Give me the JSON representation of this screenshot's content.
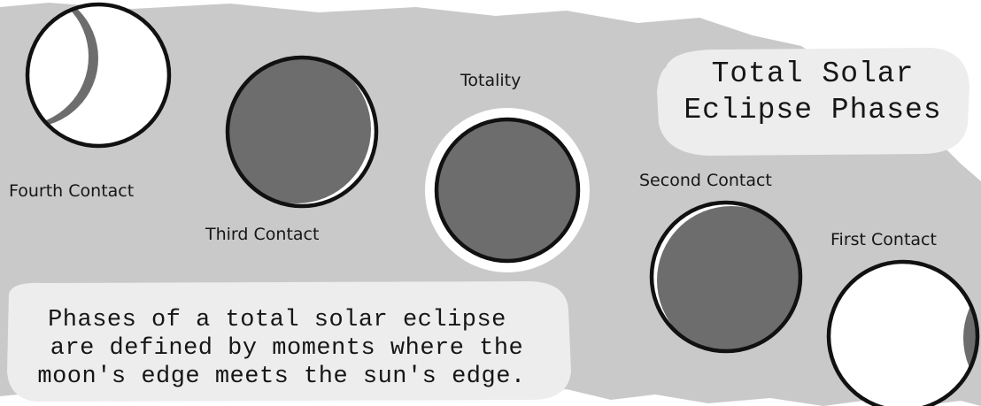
{
  "title": {
    "line1": "Total Solar",
    "line2": "Eclipse Phases"
  },
  "caption": {
    "line1": "Phases of a total solar eclipse",
    "line2": "are defined by moments where the",
    "line3": "moon's edge meets the sun's edge."
  },
  "phases": [
    {
      "label": "Fourth Contact"
    },
    {
      "label": "Third Contact"
    },
    {
      "label": "Totality"
    },
    {
      "label": "Second Contact"
    },
    {
      "label": "First Contact"
    }
  ],
  "colors": {
    "background_blob": "#c9c9c9",
    "panel": "#ededed",
    "sun": "#ffffff",
    "moon": "#6d6d6d",
    "outline": "#111111",
    "text": "#161616"
  }
}
